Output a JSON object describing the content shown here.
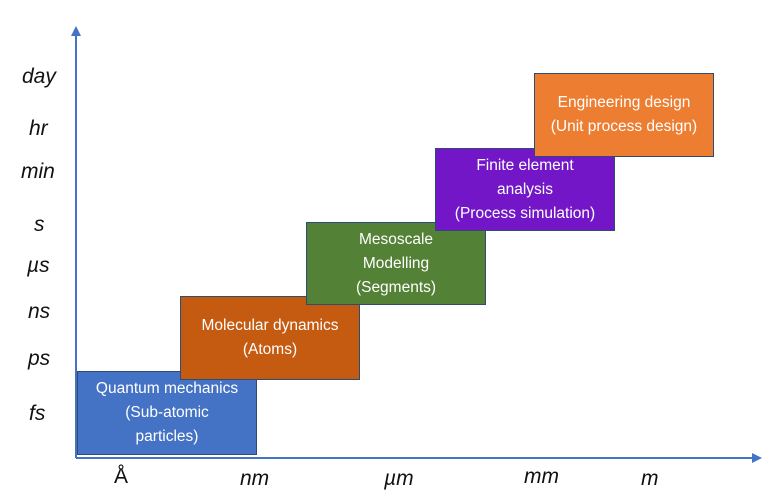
{
  "y_axis": {
    "labels": [
      "day",
      "hr",
      "min",
      "s",
      "µs",
      "ns",
      "ps",
      "fs"
    ]
  },
  "x_axis": {
    "labels": [
      "Å",
      "nm",
      "µm",
      "mm",
      "m"
    ]
  },
  "boxes": [
    {
      "lines": [
        "Quantum mechanics",
        "(Sub-atomic",
        "particles)"
      ],
      "color": "#4472c4"
    },
    {
      "lines": [
        "Molecular dynamics",
        "(Atoms)"
      ],
      "color": "#c55a11"
    },
    {
      "lines": [
        "Mesoscale",
        "Modelling",
        "(Segments)"
      ],
      "color": "#538135"
    },
    {
      "lines": [
        "Finite element",
        "analysis",
        "(Process simulation)"
      ],
      "color": "#7216c8"
    },
    {
      "lines": [
        "Engineering design",
        "(Unit process design)"
      ],
      "color": "#ed7d31"
    }
  ],
  "colors": {
    "axis": "#4472c4"
  }
}
